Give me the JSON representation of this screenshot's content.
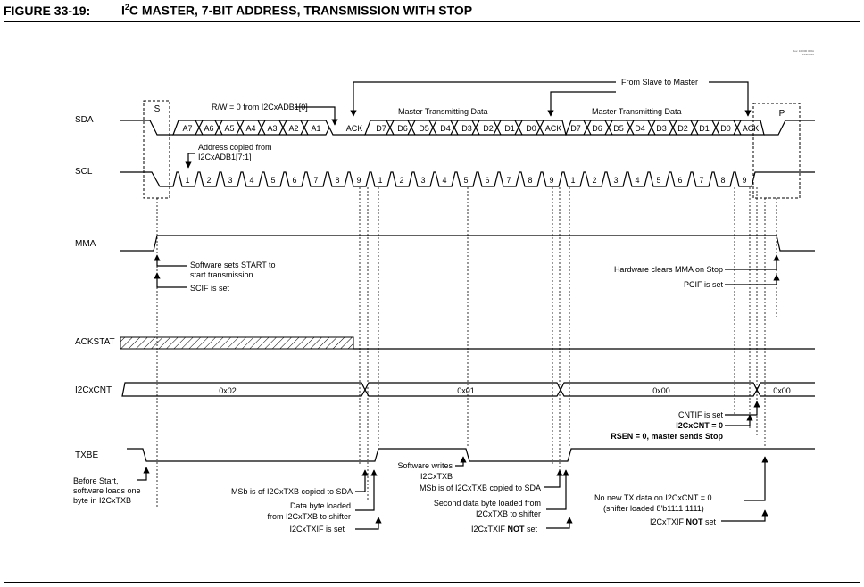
{
  "figure": {
    "number": "FIGURE 33-19:",
    "title_prefix": "I",
    "title_sup": "2",
    "title_rest": "C MASTER, 7-BIT ADDRESS, TRANSMISSION WITH STOP",
    "revision": "Rev. 10-000 000A",
    "revision_date": "11/2/2016"
  },
  "signals": {
    "sda": "SDA",
    "scl": "SCL",
    "mma": "MMA",
    "ackstat": "ACKSTAT",
    "i2ccnt": "I2CxCNT",
    "txbe": "TXBE"
  },
  "sda": {
    "start": "S",
    "stop": "P",
    "bits_addr": [
      "A7",
      "A6",
      "A5",
      "A4",
      "A3",
      "A2",
      "A1"
    ],
    "ack": "ACK",
    "bits_data": [
      "D7",
      "D6",
      "D5",
      "D4",
      "D3",
      "D2",
      "D1",
      "D0"
    ]
  },
  "scl": {
    "pulses": [
      "1",
      "2",
      "3",
      "4",
      "5",
      "6",
      "7",
      "8",
      "9"
    ]
  },
  "i2ccnt": {
    "values": [
      "0x02",
      "0x01",
      "0x00",
      "0x00"
    ]
  },
  "annotations": {
    "rw_label": "R/W",
    "rw_rest": " = 0 from I2CxADB1[0]",
    "master_tx1": "Master Transmitting Data",
    "master_tx2": "Master Transmitting Data",
    "from_slave": "From Slave to Master",
    "addr_copied_1": "Address copied from",
    "addr_copied_2": "I2CxADB1[7:1]",
    "sw_start_1": "Software sets START to",
    "sw_start_2": "start transmission",
    "scif": "SCIF is set",
    "hw_clears": "Hardware clears  MMA on Stop",
    "pcif": "PCIF is set",
    "cntif": "CNTIF is set",
    "i2ccnt_zero": "I2CxCNT = 0",
    "rsen": "RSEN = 0, master sends Stop",
    "before_1": "Before Start,",
    "before_2": "software loads one",
    "before_3": "byte in I2CxTXB",
    "msb_1": "MSb is of I2CxTXB copied to SDA",
    "data_loaded_1": "Data byte loaded",
    "data_loaded_2": "from I2CxTXB to shifter",
    "txif_set": "I2CxTXIF is set",
    "sw_writes_1": "Software writes",
    "sw_writes_2": "I2CxTXB",
    "msb_2": "MSb is of I2CxTXB copied to SDA",
    "second_1": "Second data byte loaded from",
    "second_2": "I2CxTXB to shifter",
    "txif_not_1_pre": "I2CxTXIF ",
    "txif_not_1_bold": "NOT",
    "txif_not_1_post": " set",
    "no_new_1": "No new TX data on I2CxCNT = 0",
    "no_new_2": "(shifter loaded 8'b1111 1111)",
    "txif_not_2_pre": "I2CxTXIF ",
    "txif_not_2_bold": "NOT",
    "txif_not_2_post": " set"
  }
}
